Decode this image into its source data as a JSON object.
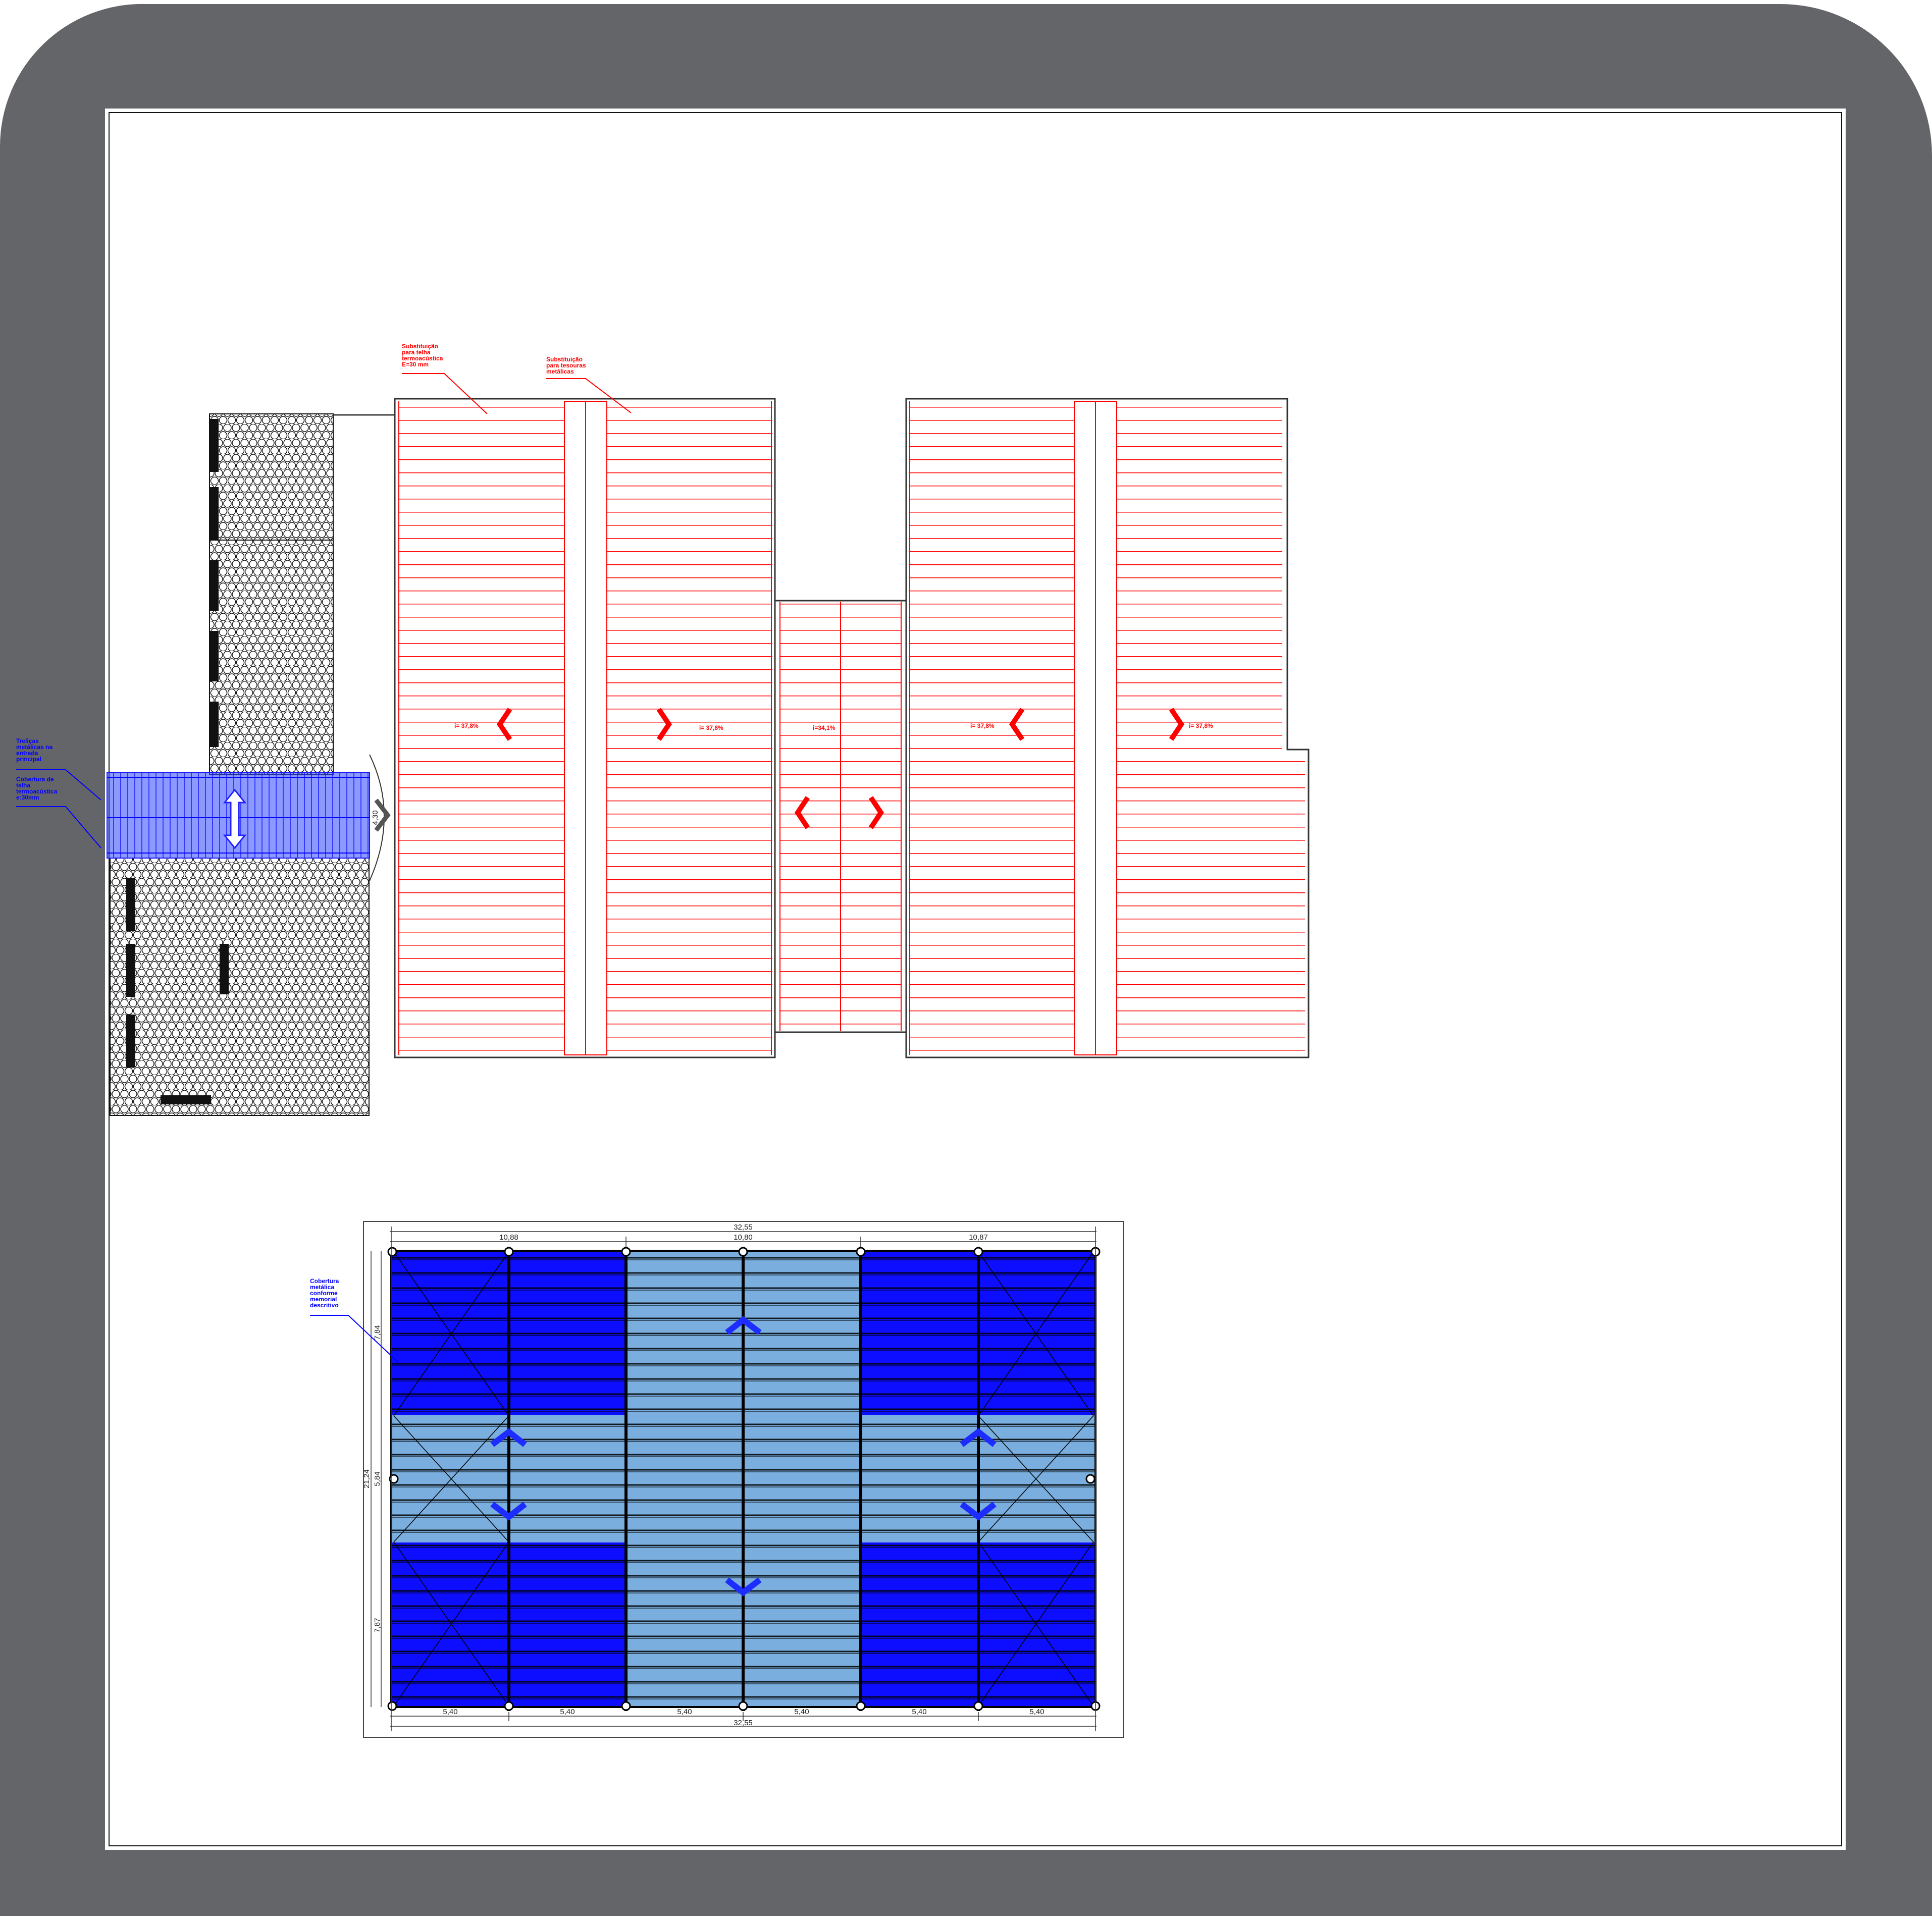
{
  "colors": {
    "frame": "#646568",
    "sheet": "#ffffff",
    "roof_line": "#ff0000",
    "canopy_fill": "#2e46ff",
    "metal_dark": "#0d0dff",
    "metal_light": "#7aaede",
    "annotation_blue": "#0000ff"
  },
  "upper_plan": {
    "notes": {
      "thermo_tile": [
        "Substituição",
        "para telha",
        "termoacústica",
        "E=30 mm"
      ],
      "metal_trusses": [
        "Substituição",
        "para tesouras",
        "metálicas"
      ],
      "entrance_trusses": [
        "Treliças",
        "metálicas na",
        "entrada",
        "principal"
      ],
      "entrance_cover": [
        "Cobertura de",
        "telha",
        "termoacústica",
        "e:30mm"
      ]
    },
    "slopes": {
      "s1": "i= 37,8%",
      "s2": "i= 37,8%",
      "s3": "i=34,1%",
      "s4": "i= 37,8%",
      "s5": "i= 37,8%"
    },
    "canopy_dimension": "4,30",
    "icons": [
      "flow-arrow-icon",
      "double-arrow-icon",
      "cobblestone-pattern"
    ]
  },
  "lower_plan": {
    "note": [
      "Cobertura",
      "metálica",
      "conforme",
      "memorial",
      "descritivo"
    ],
    "dims_top": {
      "total": "32,55",
      "left": "10,88",
      "center": "10,80",
      "right": "10,87"
    },
    "dims_bottom": {
      "spans": [
        "5,40",
        "5,40",
        "5,40",
        "5,40",
        "5,40",
        "5,40"
      ],
      "total": "32,55"
    },
    "dims_left": {
      "total": "21,24",
      "top": "7,84",
      "middle": "5,84",
      "bottom": "7,87"
    }
  }
}
